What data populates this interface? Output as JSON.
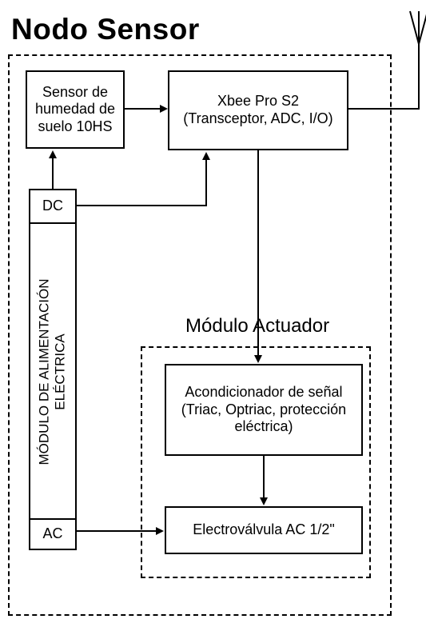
{
  "title": "Nodo Sensor",
  "actuator_section_label": "Módulo Actuador",
  "blocks": {
    "sensor": {
      "line1": "Sensor de",
      "line2": "humedad de",
      "line3": "suelo 10HS"
    },
    "xbee": {
      "line1": "Xbee Pro S2",
      "line2": "(Transceptor, ADC, I/O)"
    },
    "dc": "DC",
    "power_module": {
      "line1": "MÓDULO DE ALIMENTACIÓN",
      "line2": "ELÉCTRICA"
    },
    "ac": "AC",
    "conditioner": {
      "line1": "Acondicionador de señal",
      "line2": "(Triac, Optriac, protección",
      "line3": "eléctrica)"
    },
    "valve": "Electroválvula AC 1/2\""
  }
}
